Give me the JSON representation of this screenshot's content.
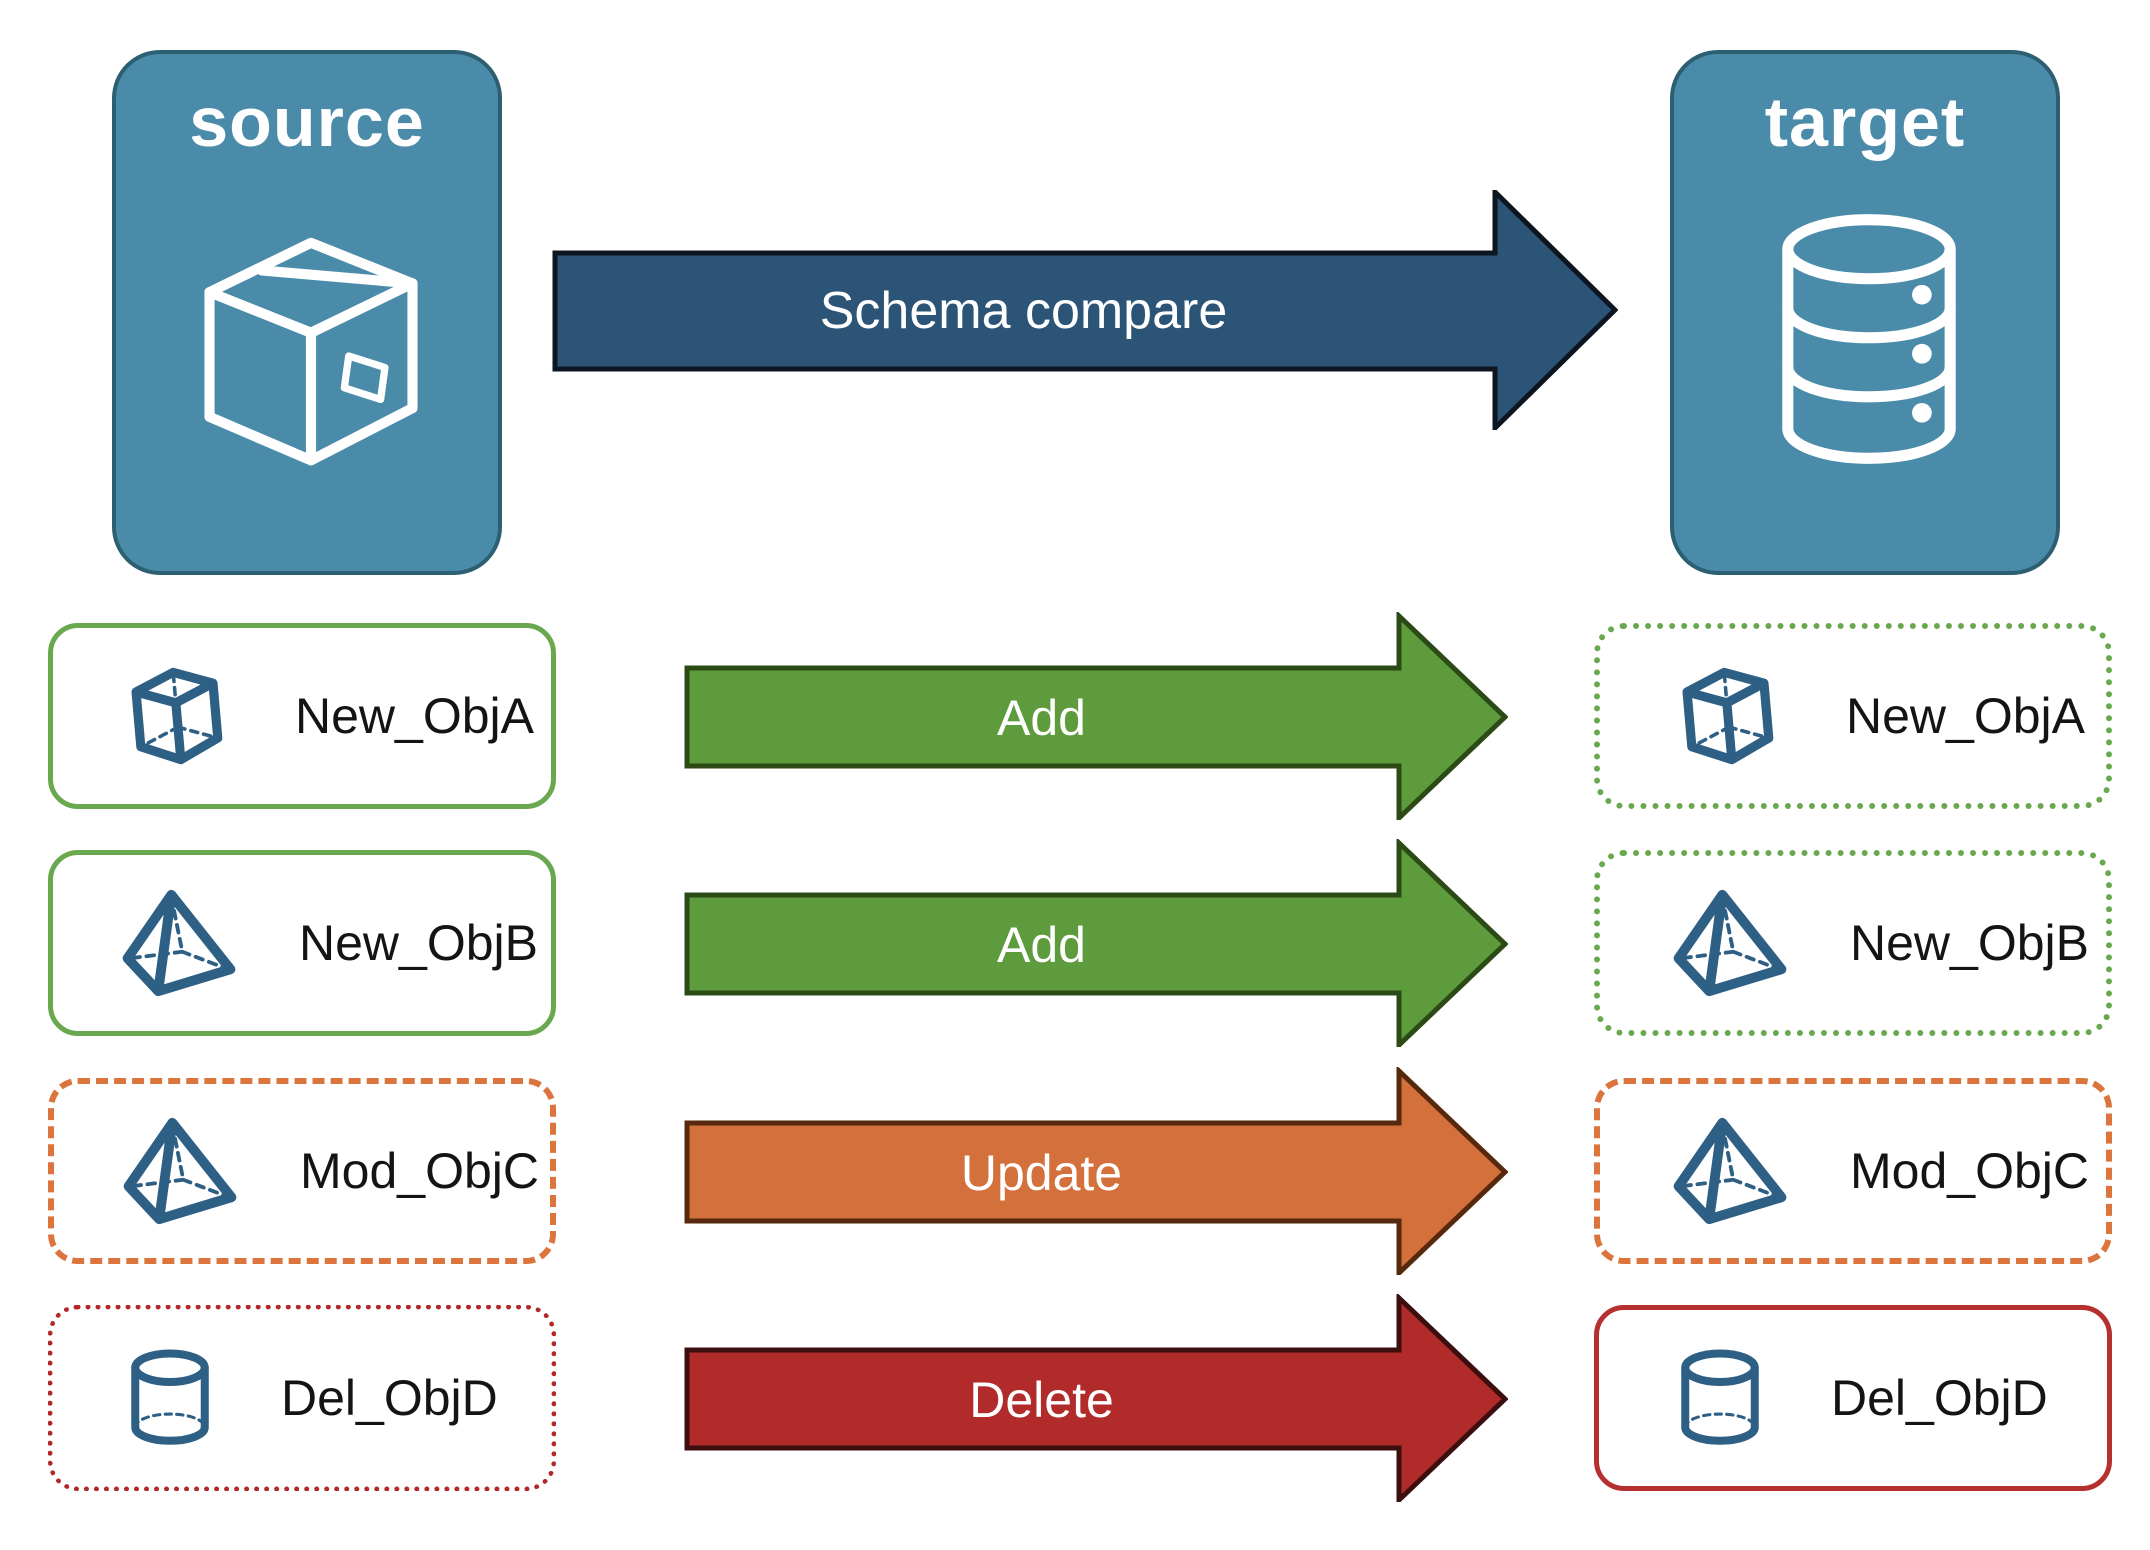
{
  "source_card": {
    "title": "source",
    "icon": "package-box"
  },
  "target_card": {
    "title": "target",
    "icon": "database"
  },
  "compare_arrow": {
    "label": "Schema compare"
  },
  "rows": [
    {
      "object_name": "New_ObjA",
      "action": "Add",
      "icon": "cube-3d",
      "source_border": "green-solid",
      "target_border": "green-dotted"
    },
    {
      "object_name": "New_ObjB",
      "action": "Add",
      "icon": "pyramid-3d",
      "source_border": "green-solid",
      "target_border": "green-dotted"
    },
    {
      "object_name": "Mod_ObjC",
      "action": "Update",
      "icon": "pyramid-3d",
      "source_border": "orange-dashed",
      "target_border": "orange-dashed"
    },
    {
      "object_name": "Del_ObjD",
      "action": "Delete",
      "icon": "cylinder-3d",
      "source_border": "red-dotted",
      "target_border": "red-solid"
    }
  ],
  "colors": {
    "panel_fill": "#4b8baa",
    "panel_border": "#2d5f73",
    "compare_arrow_fill": "#2b5477",
    "compare_arrow_border": "#0d1620",
    "add_arrow_fill": "#5d9b3d",
    "update_arrow_fill": "#d3703c",
    "delete_arrow_fill": "#b12b2b",
    "outline_green": "#6aa84f",
    "outline_orange": "#dc753d",
    "outline_red": "#b22727",
    "icon_blue": "#2e5f85",
    "label_text": "#141414",
    "arrow_text": "#ffffff"
  }
}
